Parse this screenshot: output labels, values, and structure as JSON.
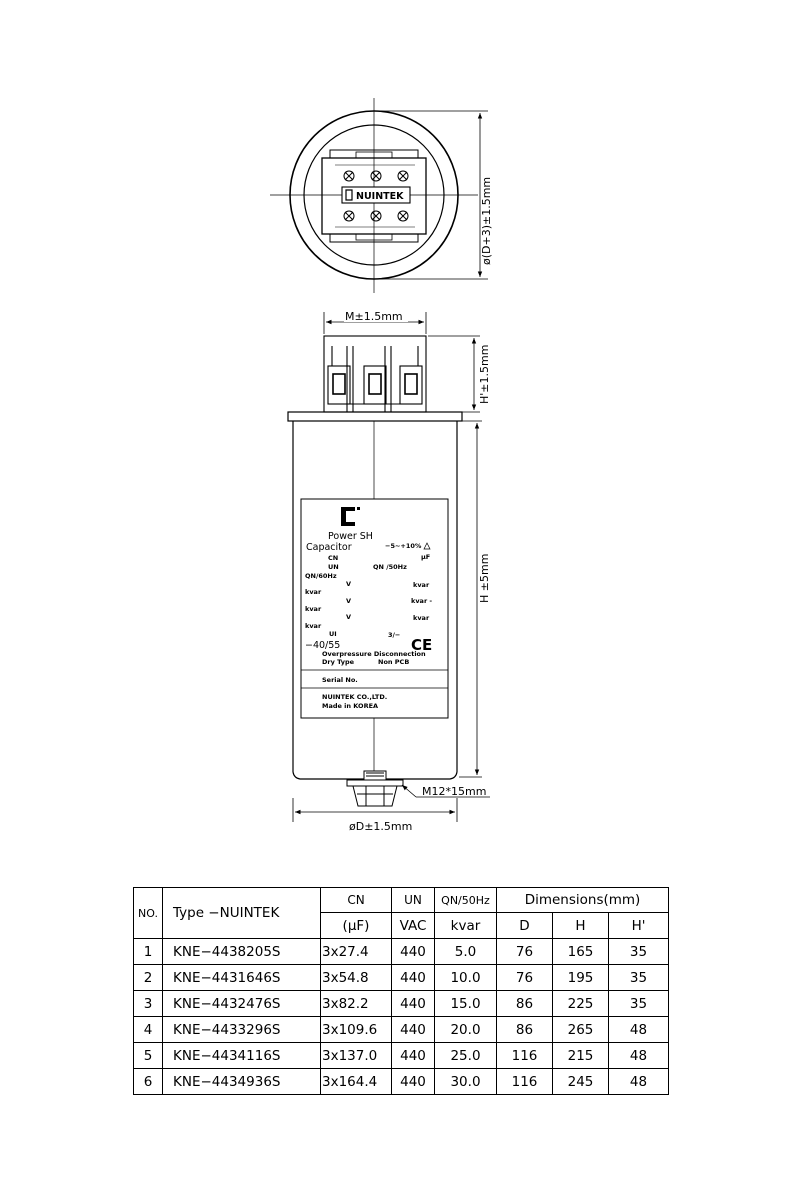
{
  "drawing": {
    "brand_label": "NUINTEK",
    "top_view_dim": "ø(D+3)±1.5mm",
    "m_dim": "M±1.5mm",
    "h_prime_dim": "H'±1.5mm",
    "h_dim": "H ±5mm",
    "bolt_dim": "M12*15mm",
    "d_dim": "øD±1.5mm",
    "nameplate": {
      "line_power": "Power SH",
      "line_capacitor": "Capacitor",
      "tolerance": "−5∼+10%",
      "uf": "μF",
      "cn": "CN",
      "un": "UN",
      "qn_50": "QN /50Hz",
      "qn_60": "QN/60Hz",
      "v": "V",
      "kvar": "kvar",
      "kvar_dash": "kvar -",
      "ui": "UI",
      "temp": "−40/55",
      "phase": "3/−",
      "ce": "CE",
      "overpressure": "Overpressure Disconnection",
      "dry_type": "Dry Type",
      "non_pcb": "Non PCB",
      "serial": "Serial No.",
      "company": "NUINTEK CO.,LTD.",
      "made_in": "Made in KOREA"
    }
  },
  "table": {
    "headers": {
      "no": "NO.",
      "type": "Type −NUINTEK",
      "cn": "CN",
      "cn_unit": "(μF)",
      "un": "UN",
      "un_unit": "VAC",
      "qn": "QN/50Hz",
      "qn_unit": "kvar",
      "dimensions": "Dimensions(mm)",
      "d": "D",
      "h": "H",
      "hp": "H'"
    },
    "rows": [
      {
        "no": "1",
        "type": "KNE−4438205S",
        "cn": "3x27.4",
        "un": "440",
        "qn": "5.0",
        "d": "76",
        "h": "165",
        "hp": "35"
      },
      {
        "no": "2",
        "type": "KNE−4431646S",
        "cn": "3x54.8",
        "un": "440",
        "qn": "10.0",
        "d": "76",
        "h": "195",
        "hp": "35"
      },
      {
        "no": "3",
        "type": "KNE−4432476S",
        "cn": "3x82.2",
        "un": "440",
        "qn": "15.0",
        "d": "86",
        "h": "225",
        "hp": "35"
      },
      {
        "no": "4",
        "type": "KNE−4433296S",
        "cn": "3x109.6",
        "un": "440",
        "qn": "20.0",
        "d": "86",
        "h": "265",
        "hp": "48"
      },
      {
        "no": "5",
        "type": "KNE−4434116S",
        "cn": "3x137.0",
        "un": "440",
        "qn": "25.0",
        "d": "116",
        "h": "215",
        "hp": "48"
      },
      {
        "no": "6",
        "type": "KNE−4434936S",
        "cn": "3x164.4",
        "un": "440",
        "qn": "30.0",
        "d": "116",
        "h": "245",
        "hp": "48"
      }
    ]
  }
}
